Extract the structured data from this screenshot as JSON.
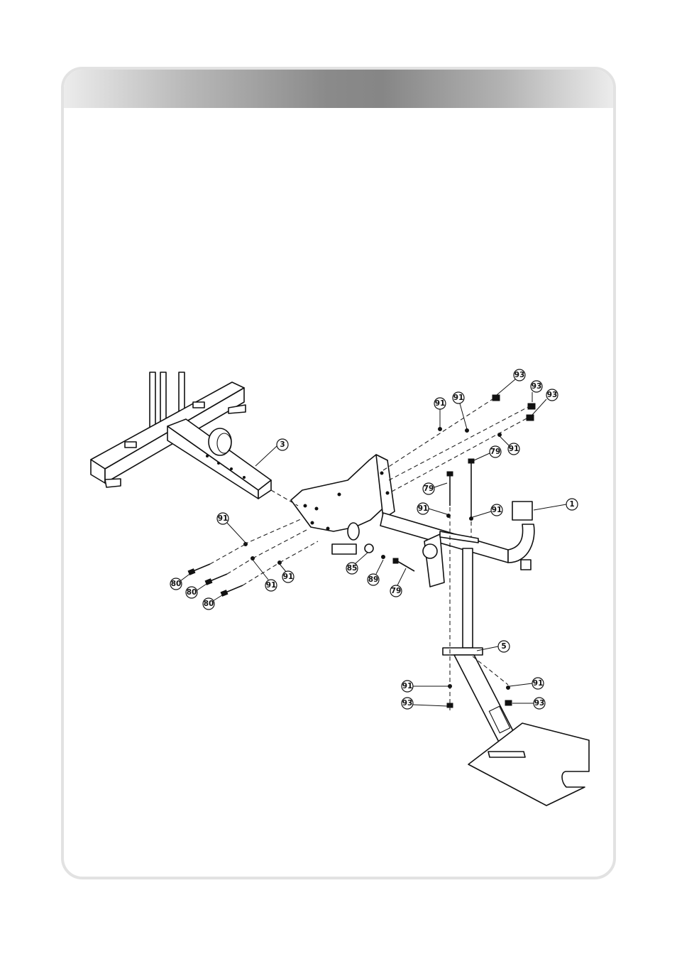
{
  "callouts": [
    {
      "id": "c-3",
      "label": "3"
    },
    {
      "id": "c-1",
      "label": "1"
    },
    {
      "id": "c-5",
      "label": "5"
    },
    {
      "id": "c-91-a",
      "label": "91"
    },
    {
      "id": "c-91-b",
      "label": "91"
    },
    {
      "id": "c-91-c",
      "label": "91"
    },
    {
      "id": "c-91-d",
      "label": "91"
    },
    {
      "id": "c-91-e",
      "label": "91"
    },
    {
      "id": "c-91-f",
      "label": "91"
    },
    {
      "id": "c-91-g",
      "label": "91"
    },
    {
      "id": "c-91-h",
      "label": "91"
    },
    {
      "id": "c-91-i",
      "label": "91"
    },
    {
      "id": "c-91-j",
      "label": "91"
    },
    {
      "id": "c-93-a",
      "label": "93"
    },
    {
      "id": "c-93-b",
      "label": "93"
    },
    {
      "id": "c-93-c",
      "label": "93"
    },
    {
      "id": "c-93-d",
      "label": "93"
    },
    {
      "id": "c-93-e",
      "label": "93"
    },
    {
      "id": "c-79-a",
      "label": "79"
    },
    {
      "id": "c-79-b",
      "label": "79"
    },
    {
      "id": "c-79-c",
      "label": "79"
    },
    {
      "id": "c-80-a",
      "label": "80"
    },
    {
      "id": "c-80-b",
      "label": "80"
    },
    {
      "id": "c-80-c",
      "label": "80"
    },
    {
      "id": "c-85",
      "label": "85"
    },
    {
      "id": "c-89",
      "label": "89"
    }
  ]
}
